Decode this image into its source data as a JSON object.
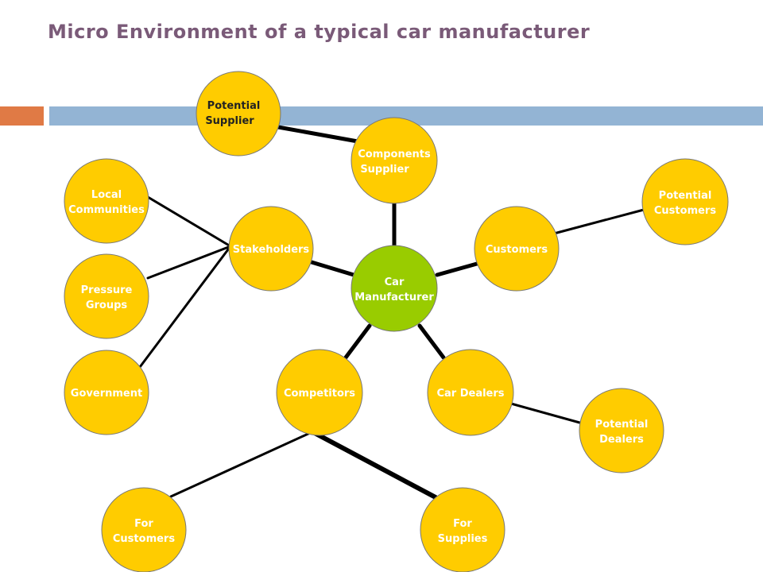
{
  "title": "Micro Environment of a typical car manufacturer",
  "colors": {
    "node": "#ffcc00",
    "center": "#99cc00",
    "title": "#7a5a78"
  },
  "nodes": {
    "car_manufacturer": [
      "Car",
      "Manufacturer"
    ],
    "components_supplier": [
      "Components",
      "Supplier"
    ],
    "potential_supplier": [
      "Potential",
      "Supplier"
    ],
    "stakeholders": [
      "Stakeholders"
    ],
    "local_communities": [
      "Local",
      "Communities"
    ],
    "pressure_groups": [
      "Pressure",
      "Groups"
    ],
    "government": [
      "Government"
    ],
    "customers": [
      "Customers"
    ],
    "potential_customers": [
      "Potential",
      "Customers"
    ],
    "competitors": [
      "Competitors"
    ],
    "car_dealers": [
      "Car Dealers"
    ],
    "potential_dealers": [
      "Potential",
      "Dealers"
    ],
    "for_customers": [
      "For",
      "Customers"
    ],
    "for_supplies": [
      "For",
      "Supplies"
    ]
  }
}
